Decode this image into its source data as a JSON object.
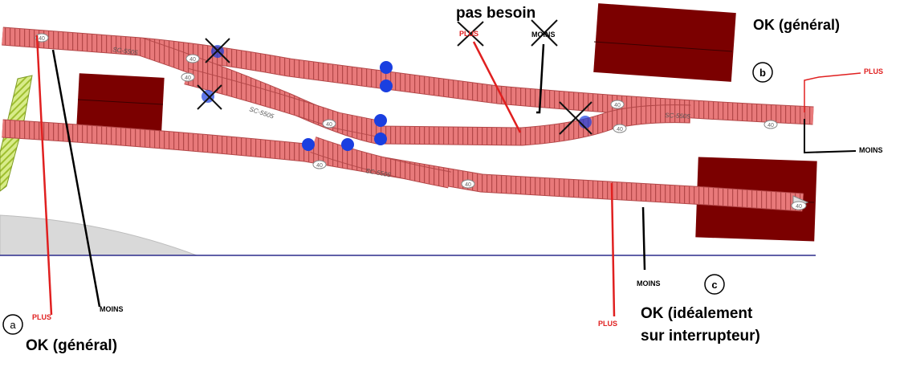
{
  "notes": {
    "pas_besoin": "pas besoin",
    "ok_top": "OK (général)",
    "ok_bottom": "OK (général)",
    "ok_c_line1": "OK (idéalement",
    "ok_c_line2": "sur interrupteur)"
  },
  "circles": {
    "a": "a",
    "b": "b",
    "c": "c"
  },
  "wires": {
    "plus": "PLUS",
    "moins": "MOINS"
  },
  "track_labels": {
    "speed": "40",
    "turnout": "SC-5505"
  },
  "colors": {
    "track": "#e8797a",
    "sleeper": "#b34748",
    "building": "#7b0000",
    "plus_wire": "#e02020",
    "moins_wire": "#000000",
    "feeder_dot": "#1a3fe0",
    "baseline": "#2b2b8c",
    "platform": "#c9e45a"
  }
}
